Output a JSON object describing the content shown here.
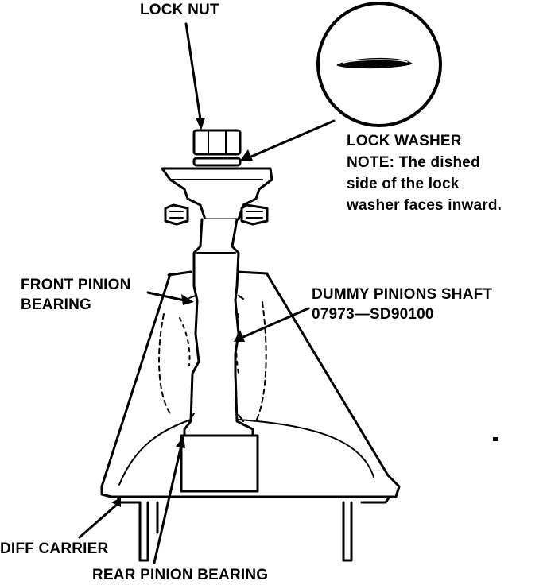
{
  "labels": {
    "lock_nut": "LOCK NUT",
    "lock_washer": "LOCK WASHER",
    "note": [
      "NOTE: The dished",
      "side of the lock",
      "washer faces inward."
    ],
    "front_pinion_bearing": [
      "FRONT PINION",
      "BEARING"
    ],
    "dummy_shaft": [
      "DUMMY PINIONS SHAFT",
      "07973—SD90100"
    ],
    "diff_carrier": "DIFF CARRIER",
    "rear_pinion_bearing": "REAR PINION BEARING"
  },
  "colors": {
    "ink": "#000000",
    "paper": "#ffffff"
  }
}
